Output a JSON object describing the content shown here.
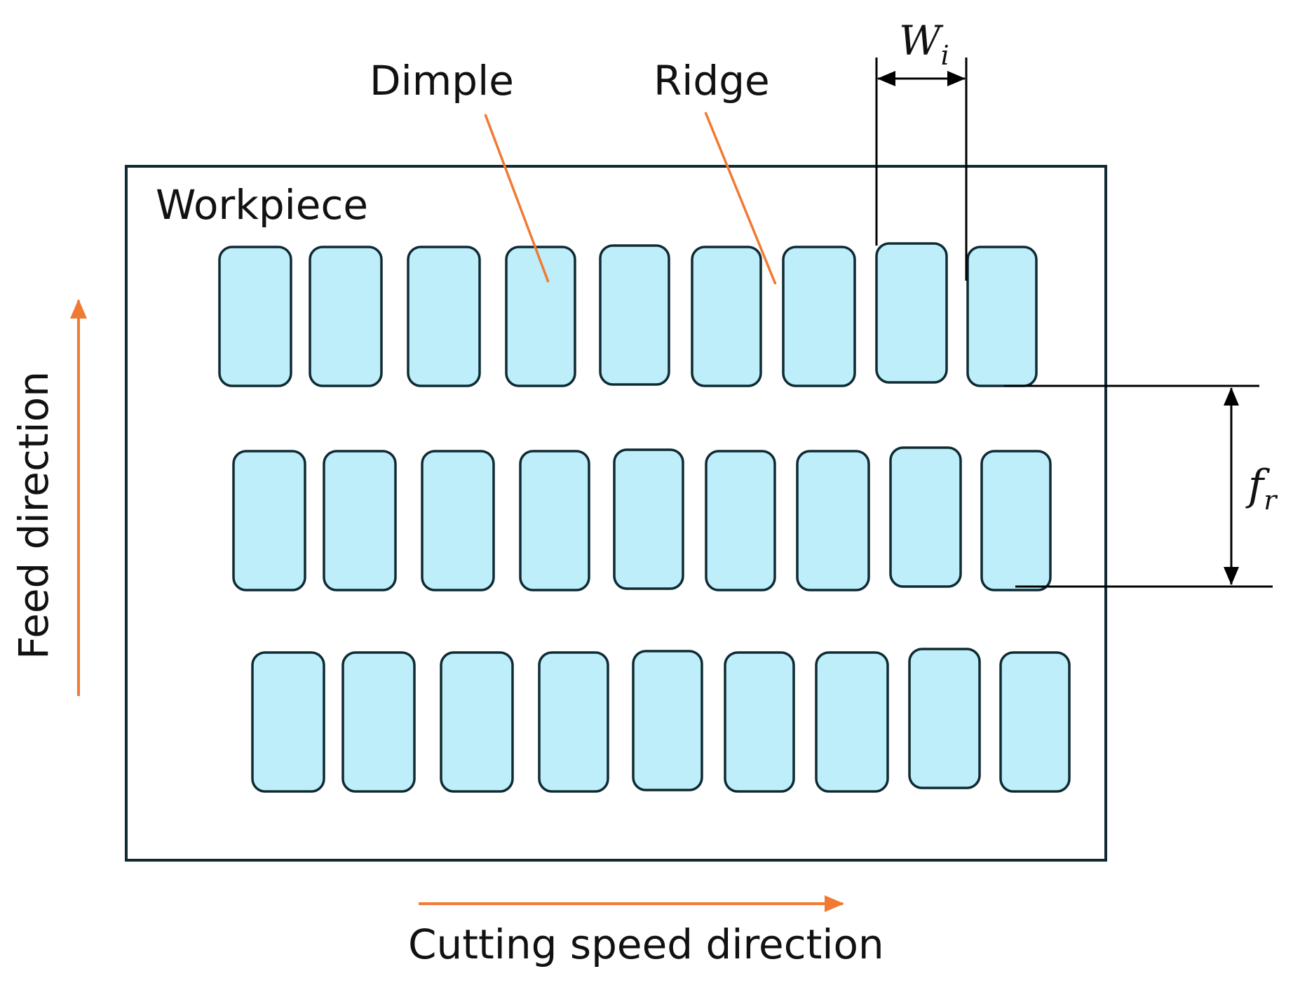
{
  "labels": {
    "workpiece": "Workpiece",
    "dimple": "Dimple",
    "ridge": "Ridge",
    "feed_direction": "Feed direction",
    "cutting_speed_direction": "Cutting speed direction"
  },
  "dimensions": {
    "width": {
      "symbol": "W",
      "subscript": "i"
    },
    "feed": {
      "symbol": "f",
      "subscript": "r"
    }
  },
  "colors": {
    "dimple_fill": "#bdeefa",
    "outline": "#0f2a33",
    "leader_line": "#f07a32",
    "arrow": "#f07a32",
    "dimension_line": "#000000",
    "text": "#111111"
  },
  "pattern": {
    "rows": 3,
    "dimples_per_row": 9
  }
}
